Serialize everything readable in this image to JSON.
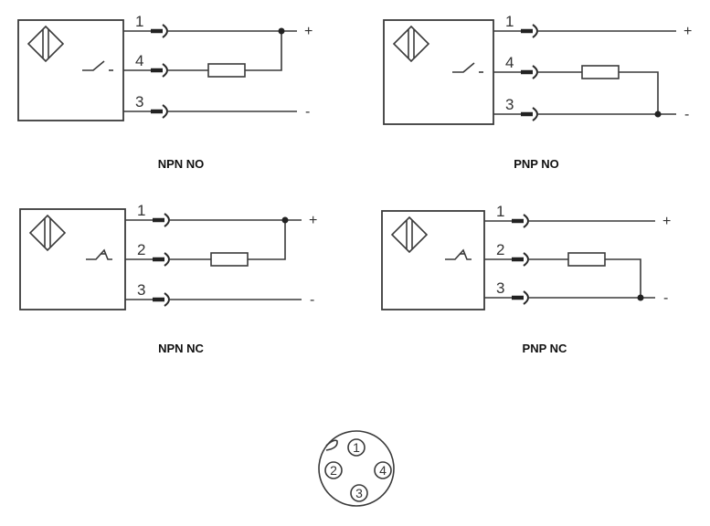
{
  "diagrams": [
    {
      "caption": "NPN NO",
      "switch_type": "normally-open",
      "pins": [
        "1",
        "4",
        "3"
      ],
      "polarity": [
        "+",
        "-"
      ],
      "load_connected_to": "+"
    },
    {
      "caption": "PNP NO",
      "switch_type": "normally-open",
      "pins": [
        "1",
        "4",
        "3"
      ],
      "polarity": [
        "+",
        "-"
      ],
      "load_connected_to": "-"
    },
    {
      "caption": "NPN NC",
      "switch_type": "normally-closed",
      "pins": [
        "1",
        "2",
        "3"
      ],
      "polarity": [
        "+",
        "-"
      ],
      "load_connected_to": "+"
    },
    {
      "caption": "PNP NC",
      "switch_type": "normally-closed",
      "pins": [
        "1",
        "2",
        "3"
      ],
      "polarity": [
        "+",
        "-"
      ],
      "load_connected_to": "-"
    }
  ],
  "connector": {
    "pins": [
      "1",
      "2",
      "3",
      "4"
    ]
  },
  "colors": {
    "line": "#3a3a3a",
    "text": "#111111"
  }
}
